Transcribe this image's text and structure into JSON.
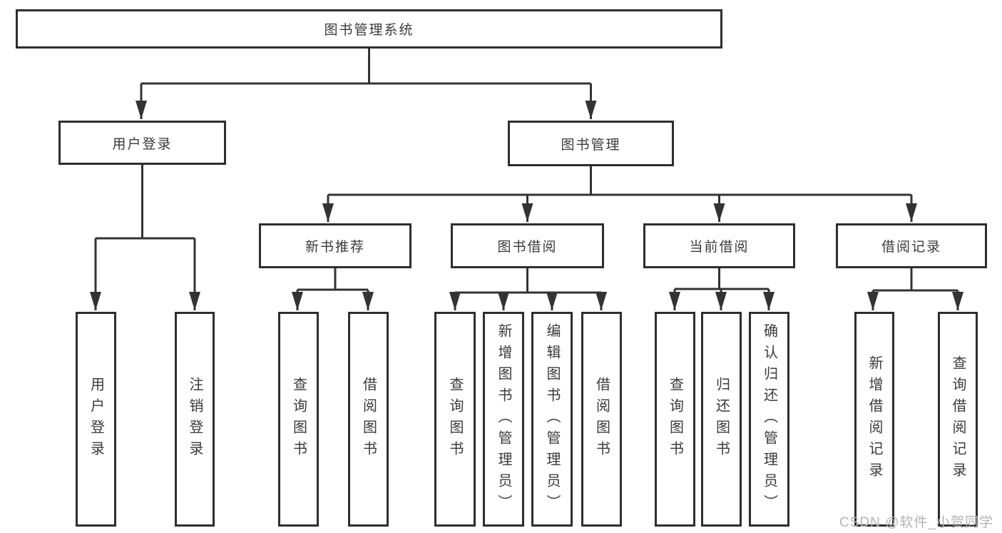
{
  "diagram": {
    "title": "图书管理系统",
    "type": "hierarchy-tree",
    "nodes": {
      "root": {
        "label": "图书管理系统"
      },
      "user_login": {
        "label": "用户登录"
      },
      "book_mgmt": {
        "label": "图书管理"
      },
      "new_book_rec": {
        "label": "新书推荐"
      },
      "book_borrow": {
        "label": "图书借阅"
      },
      "current_borrow": {
        "label": "当前借阅"
      },
      "borrow_record": {
        "label": "借阅记录"
      },
      "leaf_user_login": {
        "label": "用户登录"
      },
      "leaf_logout": {
        "label": "注销登录"
      },
      "leaf_query_books_1": {
        "label": "查询图书"
      },
      "leaf_borrow_books_1": {
        "label": "借阅图书"
      },
      "leaf_query_books_2": {
        "label": "查询图书"
      },
      "leaf_add_books": {
        "label": "新增图书（管理员）"
      },
      "leaf_edit_books": {
        "label": "编辑图书（管理员）"
      },
      "leaf_borrow_books_2": {
        "label": "借阅图书"
      },
      "leaf_query_books_3": {
        "label": "查询图书"
      },
      "leaf_return_books": {
        "label": "归还图书"
      },
      "leaf_confirm_return": {
        "label": "确认归还（管理员）"
      },
      "leaf_add_borrow_record": {
        "label": "新增借阅记录"
      },
      "leaf_query_borrow_record": {
        "label": "查询借阅记录"
      }
    },
    "edges": [
      [
        "root",
        "user_login"
      ],
      [
        "root",
        "book_mgmt"
      ],
      [
        "user_login",
        "leaf_user_login"
      ],
      [
        "user_login",
        "leaf_logout"
      ],
      [
        "book_mgmt",
        "new_book_rec"
      ],
      [
        "book_mgmt",
        "book_borrow"
      ],
      [
        "book_mgmt",
        "current_borrow"
      ],
      [
        "book_mgmt",
        "borrow_record"
      ],
      [
        "new_book_rec",
        "leaf_query_books_1"
      ],
      [
        "new_book_rec",
        "leaf_borrow_books_1"
      ],
      [
        "book_borrow",
        "leaf_query_books_2"
      ],
      [
        "book_borrow",
        "leaf_add_books"
      ],
      [
        "book_borrow",
        "leaf_edit_books"
      ],
      [
        "book_borrow",
        "leaf_borrow_books_2"
      ],
      [
        "current_borrow",
        "leaf_query_books_3"
      ],
      [
        "current_borrow",
        "leaf_return_books"
      ],
      [
        "current_borrow",
        "leaf_confirm_return"
      ],
      [
        "borrow_record",
        "leaf_add_borrow_record"
      ],
      [
        "borrow_record",
        "leaf_query_borrow_record"
      ]
    ]
  },
  "watermark": {
    "text": "CSDN @软件_小贺同学",
    "color": "#b3b3b3"
  },
  "colors": {
    "background": "#ffffff",
    "box_border": "#2e2e2e",
    "line": "#333333",
    "text": "#3a3a3a"
  }
}
